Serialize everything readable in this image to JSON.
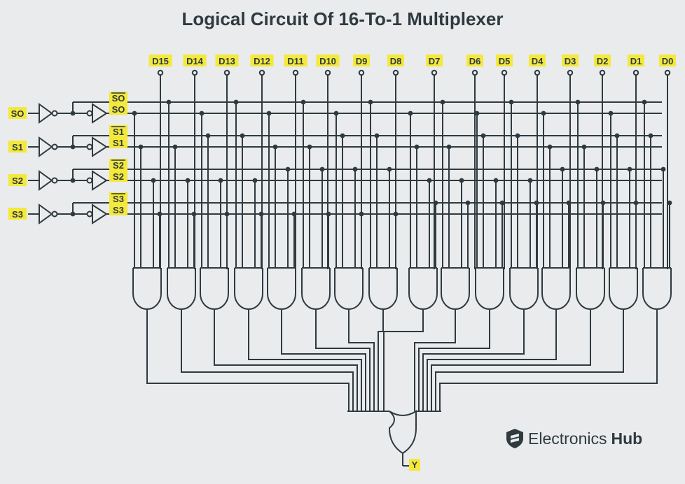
{
  "title": "Logical Circuit Of 16-To-1 Multiplexer",
  "colors": {
    "background": "#e9ebec",
    "wire": "#2f3a40",
    "label_highlight": "#f4e93a"
  },
  "data_inputs": [
    "D15",
    "D14",
    "D13",
    "D12",
    "D11",
    "D10",
    "D9",
    "D8",
    "D7",
    "D6",
    "D5",
    "D4",
    "D3",
    "D2",
    "D1",
    "D0"
  ],
  "select_inputs": [
    "SO",
    "S1",
    "S2",
    "S3"
  ],
  "select_lines": [
    {
      "label": "SO",
      "bar": true
    },
    {
      "label": "SO",
      "bar": false
    },
    {
      "label": "S1",
      "bar": true
    },
    {
      "label": "S1",
      "bar": false
    },
    {
      "label": "S2",
      "bar": true
    },
    {
      "label": "S2",
      "bar": false
    },
    {
      "label": "S3",
      "bar": true
    },
    {
      "label": "S3",
      "bar": false
    }
  ],
  "output_label": "Y",
  "brand": {
    "name_light": "Electronics",
    "name_bold": "Hub",
    "icon": "shield-logo-icon"
  }
}
